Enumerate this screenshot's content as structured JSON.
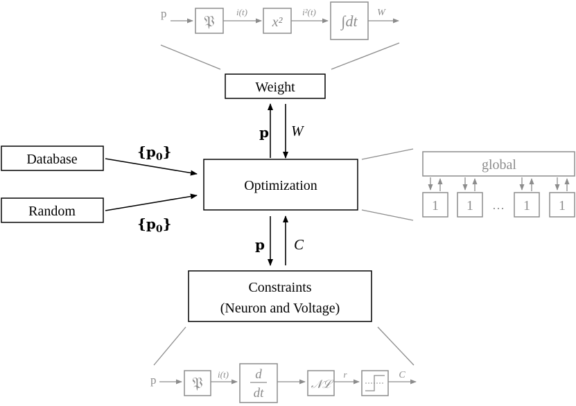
{
  "nodes": {
    "weight": "Weight",
    "optimization": "Optimization",
    "database": "Database",
    "random": "Random",
    "constraints_line1": "Constraints",
    "constraints_line2": "(Neuron and Voltage)"
  },
  "edge_labels": {
    "weight_p": "p",
    "weight_W": "W",
    "db_p0": "{p0}",
    "rand_p0": "{p0}",
    "constr_p": "p",
    "constr_C": "C"
  },
  "top_pipeline": {
    "input": "p",
    "block1": "𝔓",
    "sig1": "i(t)",
    "block2": "x²",
    "sig2": "i²(t)",
    "block3": "∫dt",
    "output": "W"
  },
  "bottom_pipeline": {
    "input": "p",
    "block1": "𝔓",
    "sig1": "i(t)",
    "block2_num": "d",
    "block2_den": "dt",
    "block3": "𝒩ℒ",
    "sig3": "r",
    "output": "C"
  },
  "parallel": {
    "global": "global",
    "workers": [
      "1",
      "1",
      "1",
      "1"
    ],
    "ellipsis": "…"
  },
  "colors": {
    "main": "#000000",
    "detail": "#8c8c8c"
  }
}
